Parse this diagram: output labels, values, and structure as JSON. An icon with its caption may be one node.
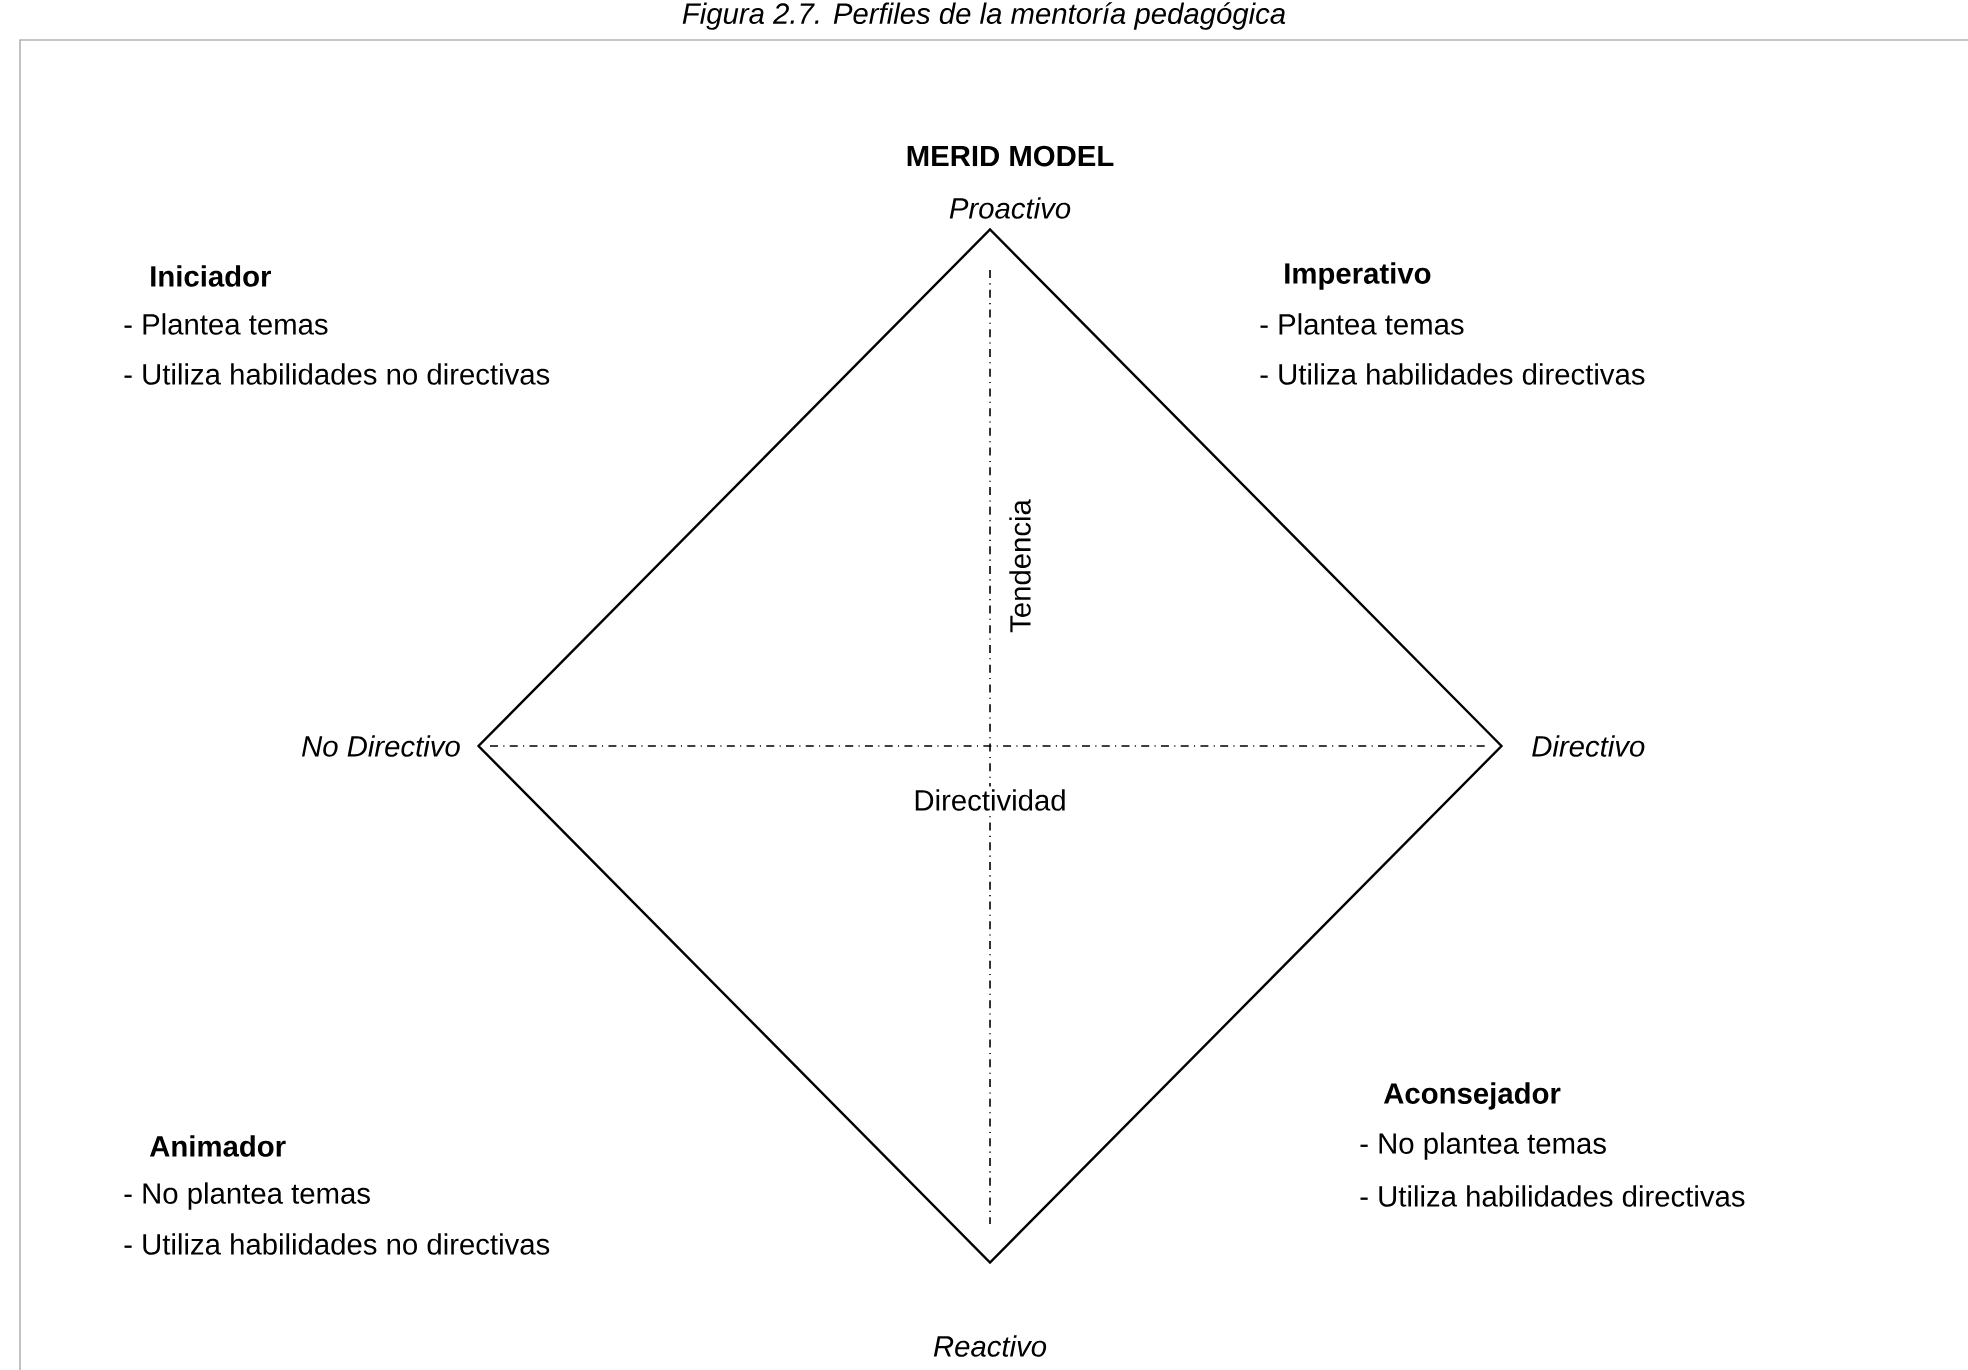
{
  "diagram": {
    "title": "MERID MODEL",
    "caption": "Figura 2.7. Perfiles de la mentoría pedagógica",
    "nodes": [
      {
        "text": [],
        "shape": "diamond"
      }
    ],
    "labels": [
      "Proactivo",
      "Iniciador",
      "- Plantea temas",
      "- Utiliza habilidades no directivas",
      "Imperativo",
      "- Plantea temas",
      "- Utiliza habilidades directivas",
      "Tendencia",
      "No Directivo",
      "Directivo",
      "Directividad",
      "Animador",
      "- No plantea temas",
      "- Utiliza habilidades no directivas",
      "Aconsejador",
      "- No plantea temas",
      "- Utiliza habilidades directivas",
      "Reactivo"
    ]
  }
}
